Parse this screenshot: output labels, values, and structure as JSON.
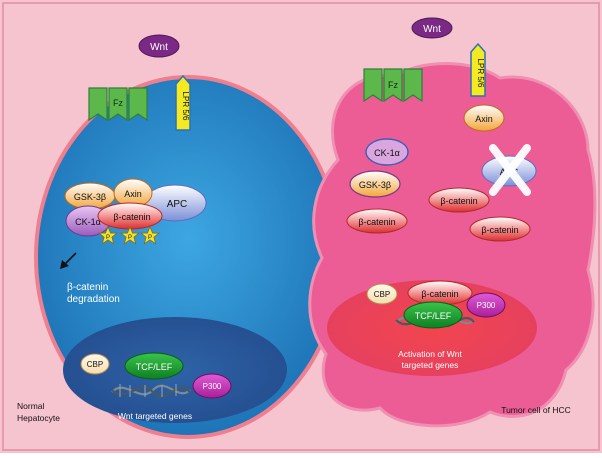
{
  "left_cell": {
    "ligand": "Wnt",
    "receptor_fz": "Fz",
    "coreceptor": "LPR 5/6",
    "complex": {
      "gsk": "GSK-3β",
      "axin": "Axin",
      "apc": "APC",
      "ck1": "CK-1α",
      "bcat": "β-catenin",
      "phospho": [
        "P",
        "P",
        "P"
      ]
    },
    "degradation_line1": "β-catenin",
    "degradation_line2": "degradation",
    "nucleus": {
      "cbp": "CBP",
      "tcf": "TCF/LEF",
      "p300": "P300",
      "genes": "Wnt targeted genes"
    },
    "label_line1": "Normal",
    "label_line2": "Hepatocyte"
  },
  "right_cell": {
    "ligand": "Wnt",
    "receptor_fz": "Fz",
    "coreceptor": "LPR 5/6",
    "axin": "Axin",
    "ck1": "CK-1α",
    "apc": "APC",
    "gsk": "GSK-3β",
    "bcat_a": "β-catenin",
    "bcat_b": "β-catenin",
    "bcat_c": "β-catenin",
    "nucleus": {
      "cbp": "CBP",
      "bcat": "β-catenin",
      "p300": "P300",
      "tcf": "TCF/LEF",
      "activation_line1": "Activation of Wnt",
      "activation_line2": "targeted genes"
    },
    "label": "Tumor cell of HCC"
  },
  "colors": {
    "background": "#f6c4cf",
    "normal_cell": "#2a8ed0",
    "tumor_cell": "#ec5d96",
    "wnt": "#7a2a85",
    "fz": "#5cb84a",
    "lpr": "#f3ea22"
  }
}
